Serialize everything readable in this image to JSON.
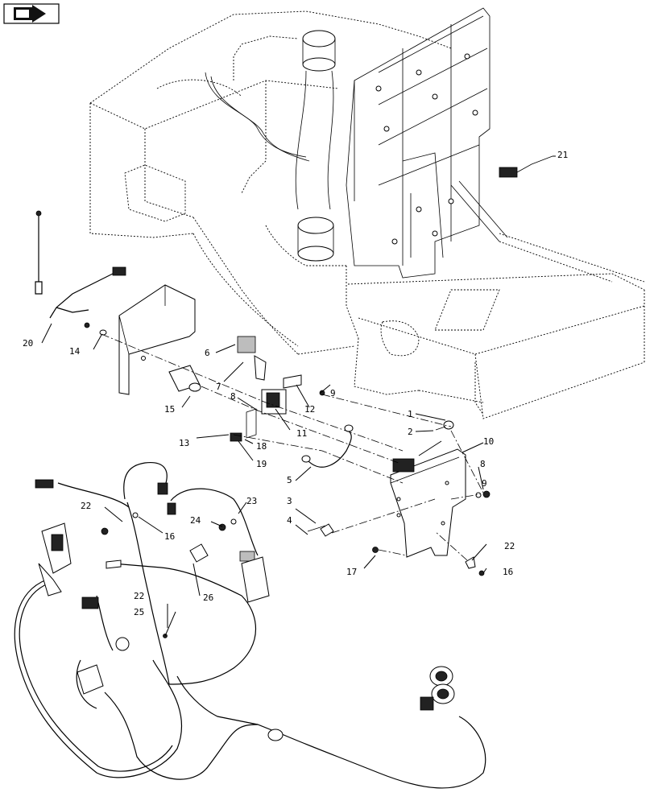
{
  "diagram": {
    "nav_icon": "return-arrow-icon",
    "callouts": [
      {
        "id": "c1",
        "text": "1"
      },
      {
        "id": "c2",
        "text": "2"
      },
      {
        "id": "c3",
        "text": "3"
      },
      {
        "id": "c4",
        "text": "4"
      },
      {
        "id": "c5",
        "text": "5"
      },
      {
        "id": "c6",
        "text": "6"
      },
      {
        "id": "c7",
        "text": "7"
      },
      {
        "id": "c8a",
        "text": "8"
      },
      {
        "id": "c8b",
        "text": "8"
      },
      {
        "id": "c9a",
        "text": "9"
      },
      {
        "id": "c9b",
        "text": "9"
      },
      {
        "id": "c10",
        "text": "10"
      },
      {
        "id": "c11",
        "text": "11"
      },
      {
        "id": "c12",
        "text": "12"
      },
      {
        "id": "c13",
        "text": "13"
      },
      {
        "id": "c14",
        "text": "14"
      },
      {
        "id": "c15",
        "text": "15"
      },
      {
        "id": "c16a",
        "text": "16"
      },
      {
        "id": "c16b",
        "text": "16"
      },
      {
        "id": "c17",
        "text": "17"
      },
      {
        "id": "c18",
        "text": "18"
      },
      {
        "id": "c19",
        "text": "19"
      },
      {
        "id": "c20",
        "text": "20"
      },
      {
        "id": "c21",
        "text": "21"
      },
      {
        "id": "c22a",
        "text": "22"
      },
      {
        "id": "c22b",
        "text": "22"
      },
      {
        "id": "c22c",
        "text": "22"
      },
      {
        "id": "c23",
        "text": "23"
      },
      {
        "id": "c24",
        "text": "24"
      },
      {
        "id": "c25",
        "text": "25"
      },
      {
        "id": "c26",
        "text": "26"
      }
    ]
  }
}
